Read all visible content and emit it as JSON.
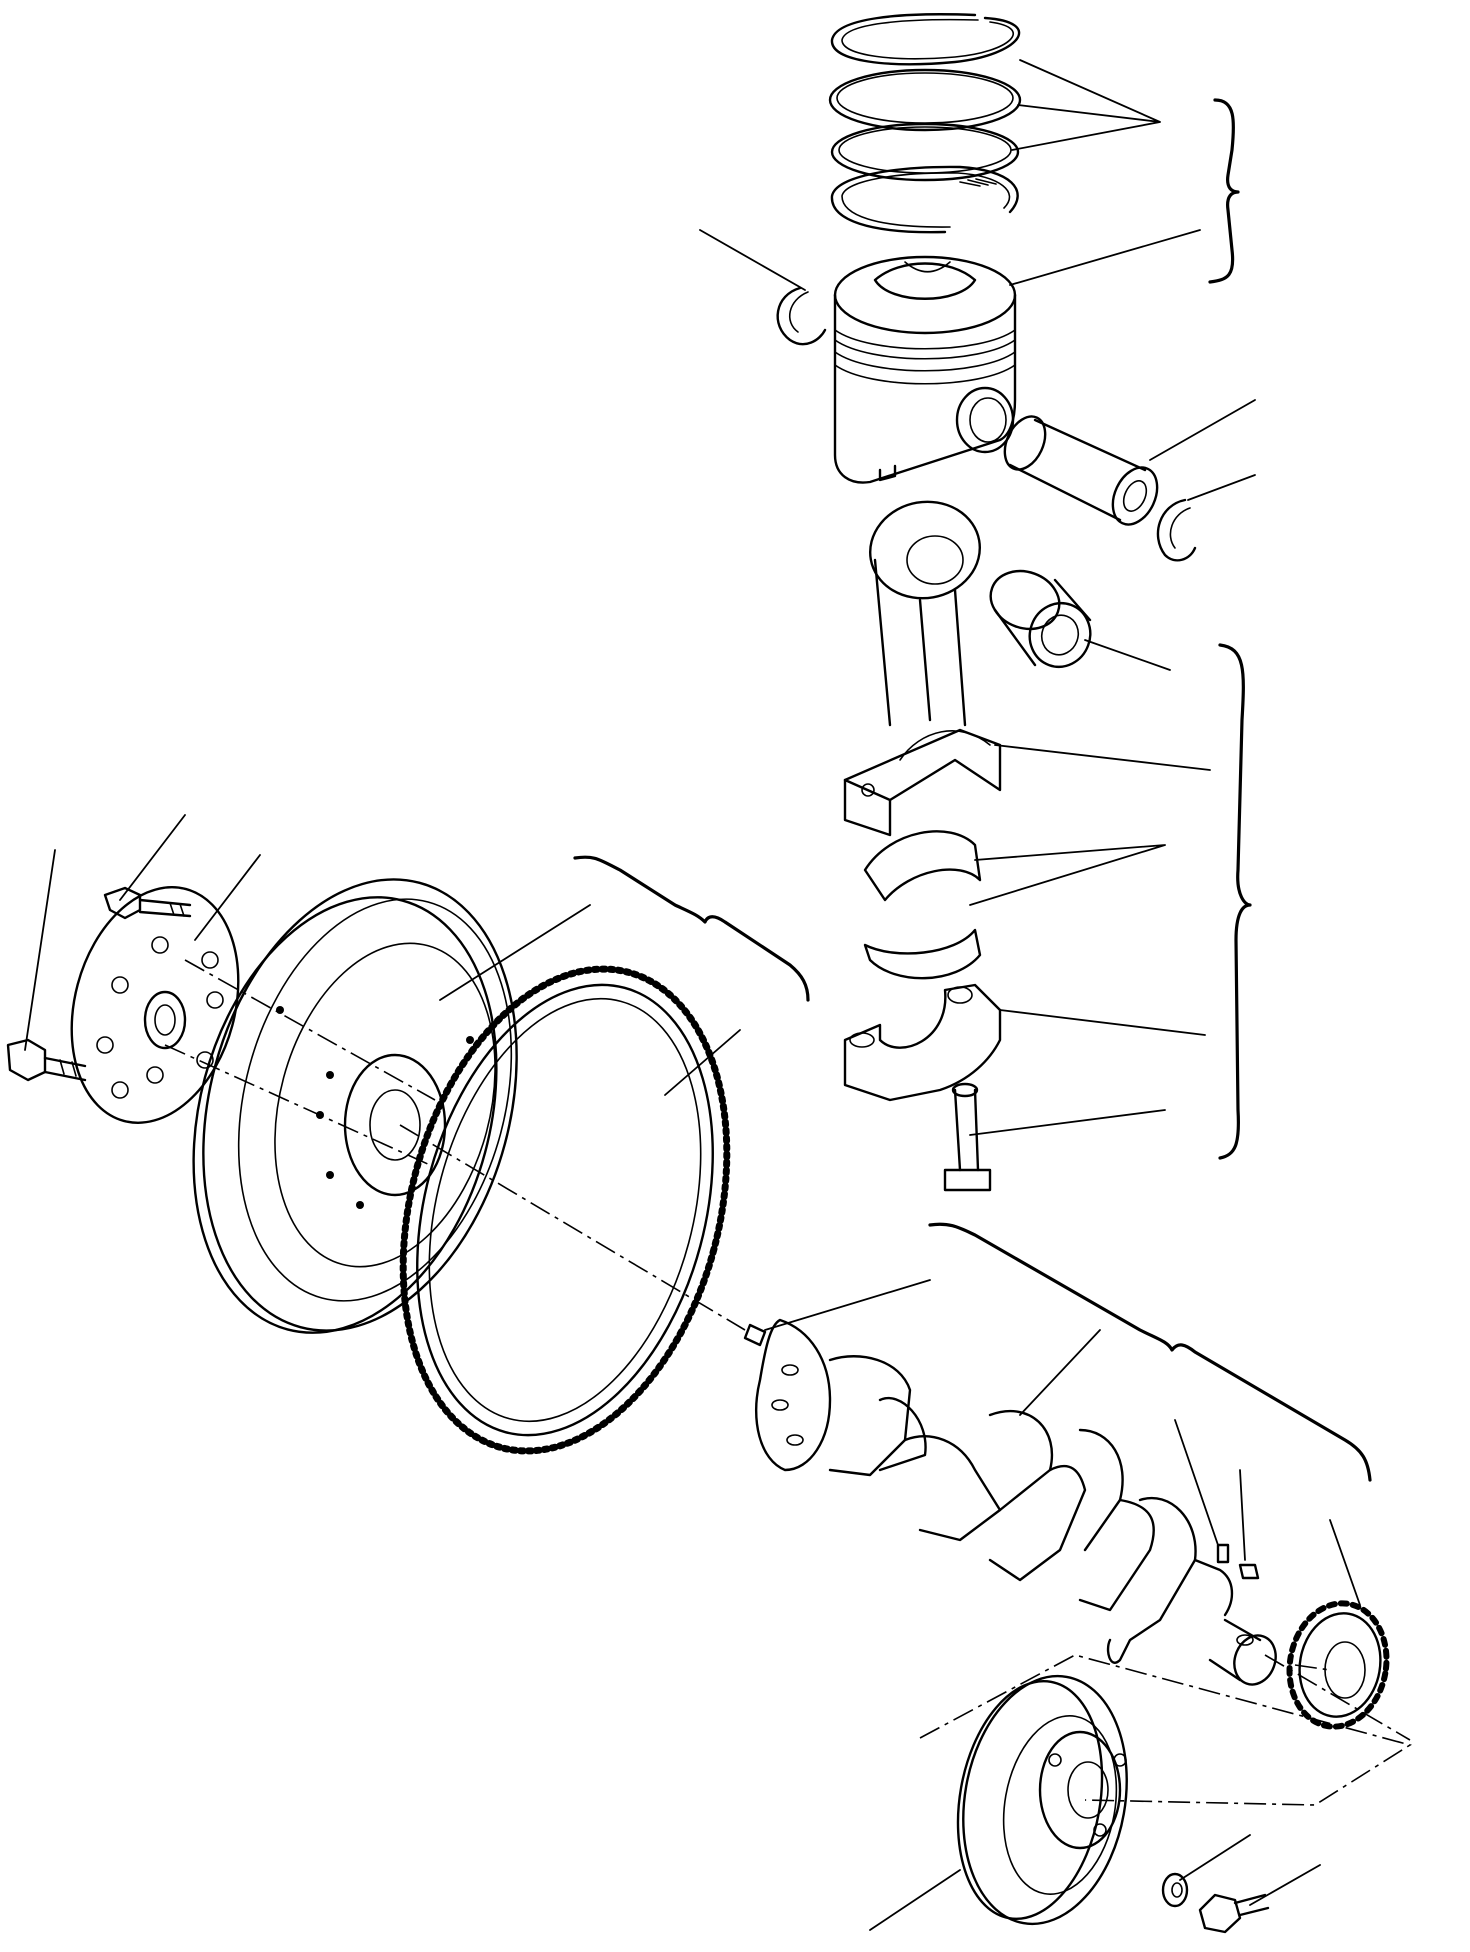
{
  "diagram": {
    "parts": [
      {
        "id": "piston-ring-set",
        "icon": "piston-rings-icon"
      },
      {
        "id": "piston",
        "icon": "piston-icon"
      },
      {
        "id": "snap-ring-left",
        "icon": "snap-ring-icon"
      },
      {
        "id": "piston-pin",
        "icon": "piston-pin-icon"
      },
      {
        "id": "snap-ring-right",
        "icon": "snap-ring-icon"
      },
      {
        "id": "small-end-bushing",
        "icon": "bushing-icon"
      },
      {
        "id": "connecting-rod",
        "icon": "connecting-rod-icon"
      },
      {
        "id": "rod-bearing-pair",
        "icon": "bearing-shell-icon"
      },
      {
        "id": "rod-cap",
        "icon": "rod-cap-icon"
      },
      {
        "id": "rod-bolt",
        "icon": "bolt-icon"
      },
      {
        "id": "flywheel-bolt",
        "icon": "bolt-icon"
      },
      {
        "id": "plate-bolt",
        "icon": "bolt-icon"
      },
      {
        "id": "flywheel-plate",
        "icon": "drive-plate-icon"
      },
      {
        "id": "flywheel",
        "icon": "flywheel-icon"
      },
      {
        "id": "ring-gear",
        "icon": "ring-gear-icon"
      },
      {
        "id": "dowel-pin",
        "icon": "pin-icon"
      },
      {
        "id": "crankshaft",
        "icon": "crankshaft-icon"
      },
      {
        "id": "straight-pin",
        "icon": "pin-icon"
      },
      {
        "id": "key",
        "icon": "key-icon"
      },
      {
        "id": "crank-gear",
        "icon": "gear-icon"
      },
      {
        "id": "crank-pulley",
        "icon": "pulley-icon"
      },
      {
        "id": "washer",
        "icon": "washer-icon"
      },
      {
        "id": "pulley-bolt",
        "icon": "bolt-icon"
      }
    ]
  }
}
